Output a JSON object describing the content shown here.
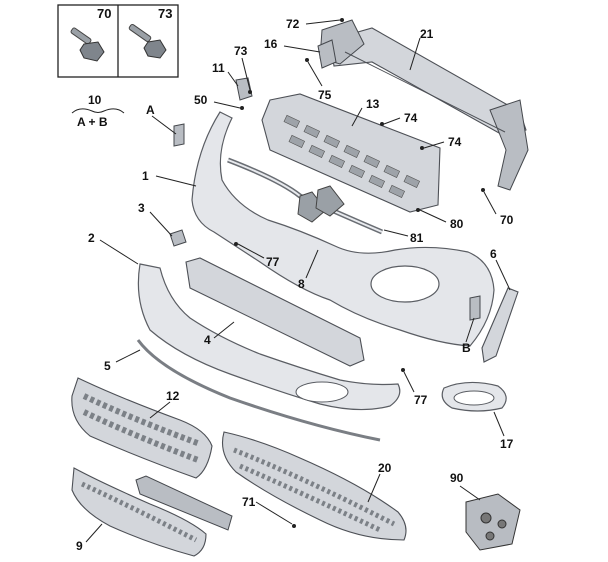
{
  "labels": {
    "l70a": "70",
    "l73a": "73",
    "l72": "72",
    "l21": "21",
    "l16": "16",
    "l75": "75",
    "l73b": "73",
    "l11": "11",
    "l10": "10",
    "l10sub": "A + B",
    "lA": "A",
    "l50": "50",
    "l13": "13",
    "l74a": "74",
    "l74b": "74",
    "l1": "1",
    "l3": "3",
    "l80": "80",
    "l70b": "70",
    "l81": "81",
    "l2": "2",
    "l77a": "77",
    "l8": "8",
    "l6": "6",
    "l4": "4",
    "lB": "B",
    "l5": "5",
    "l12": "12",
    "l77b": "77",
    "l17": "17",
    "l20": "20",
    "l90": "90",
    "l71": "71",
    "l9": "9"
  },
  "colors": {
    "part_fill": "#e4e6ea",
    "outline": "#5a5d63",
    "label": "#111111"
  }
}
